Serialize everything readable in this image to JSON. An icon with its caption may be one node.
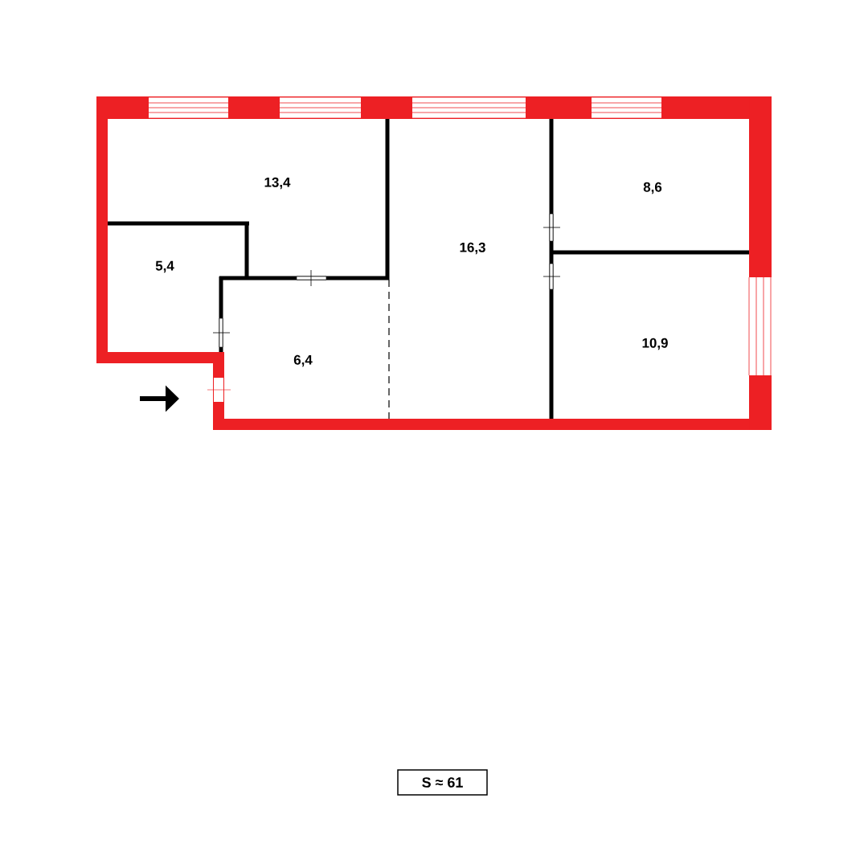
{
  "diagram": {
    "nodes": [
      {
        "text": [
          "S ≈ 61"
        ]
      }
    ],
    "labels": [
      "13,4",
      "5,4",
      "16,3",
      "8,6",
      "10,9",
      "6,4"
    ]
  }
}
